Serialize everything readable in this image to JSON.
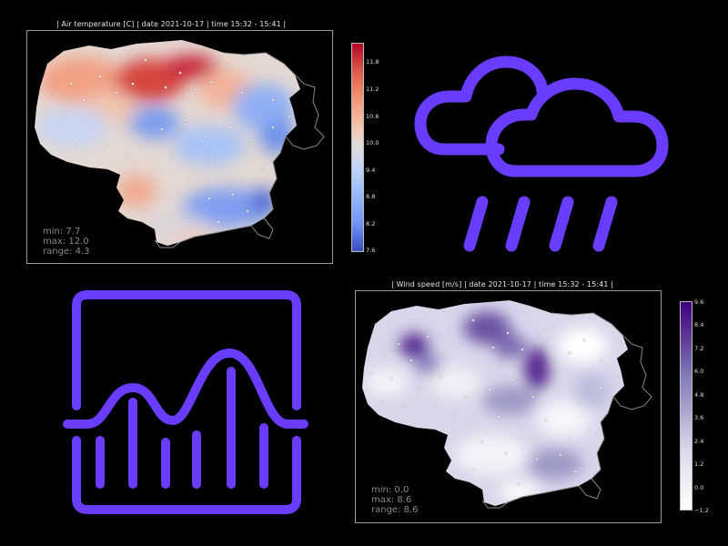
{
  "chart_data": [
    {
      "type": "heatmap",
      "title": "|   Air temperature [C]   |   date 2021-10-17   |   time 15:32 - 15:41   |",
      "variable": "Air temperature [C]",
      "date": "2021-10-17",
      "time": "15:32 - 15:41",
      "colormap": "coolwarm",
      "colorbar_ticks": [
        "11.8",
        "11.2",
        "10.6",
        "10.0",
        "9.4",
        "8.8",
        "8.2",
        "7.6"
      ],
      "colorbar_range": [
        7.6,
        12.1
      ],
      "stats": {
        "min": "min: 7.7",
        "max": "max: 12.0",
        "range": "range: 4.3"
      },
      "colors": {
        "high": "#b40426",
        "mid": "#dddddd",
        "low": "#3b4cc0"
      }
    },
    {
      "type": "heatmap",
      "title": "|   Wind speed [m/s]   |   date 2021-10-17   |   time 15:32 - 15:41   |",
      "variable": "Wind speed [m/s]",
      "date": "2021-10-17",
      "time": "15:32 - 15:41",
      "colormap": "Purples",
      "colorbar_ticks": [
        "9.6",
        "8.4",
        "7.2",
        "6.0",
        "4.8",
        "3.6",
        "2.4",
        "1.2",
        "0.0",
        "−1.2"
      ],
      "colorbar_range": [
        -1.2,
        9.6
      ],
      "stats": {
        "min": "min: 0.0",
        "max": "max: 8.6",
        "range": "range: 8.6"
      },
      "colors": {
        "high": "#3f007d",
        "low": "#fcfbfd"
      }
    }
  ],
  "icons": {
    "weather": "cloud-rain-icon",
    "chart": "bell-curve-bars-icon",
    "accent": "#6a3cff"
  }
}
